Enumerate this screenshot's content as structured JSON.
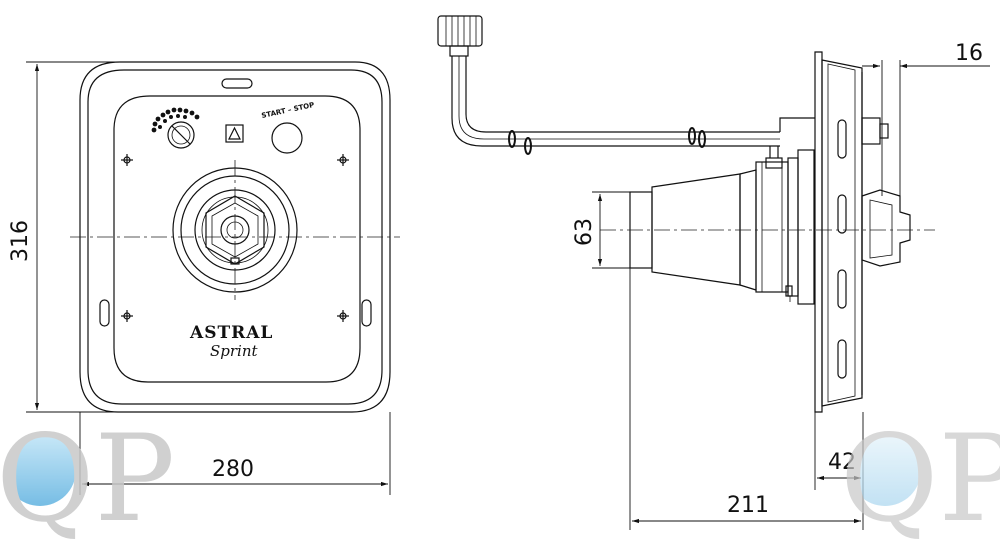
{
  "dimensions": {
    "height": "316",
    "width": "280",
    "diameter": "63",
    "depth_total": "211",
    "flange_depth": "42",
    "flange_offset": "16"
  },
  "faceplate": {
    "switch_label": "START – STOP",
    "brand": "ASTRAL",
    "model": "Sprint"
  },
  "watermark": {
    "left": "QP",
    "right": "QP"
  }
}
